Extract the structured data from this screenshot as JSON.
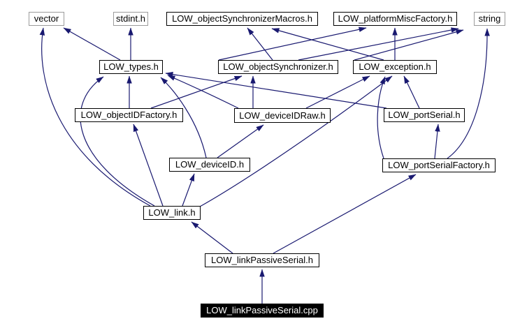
{
  "diagram": {
    "kind": "include-dependency-graph",
    "focus_file": "LOW_linkPassiveSerial.cpp",
    "colors": {
      "edge": "#191970",
      "internal_border": "#000000",
      "external_border": "#9c9c9c",
      "node_background": "#ffffff",
      "focus_background": "#000000",
      "focus_text": "#ffffff",
      "text": "#000000",
      "background": "#ffffff"
    },
    "nodes": [
      {
        "id": "vector",
        "label": "vector",
        "type": "external"
      },
      {
        "id": "stdint",
        "label": "stdint.h",
        "type": "external"
      },
      {
        "id": "syncmacros",
        "label": "LOW_objectSynchronizerMacros.h",
        "type": "internal"
      },
      {
        "id": "platformmisc",
        "label": "LOW_platformMiscFactory.h",
        "type": "internal"
      },
      {
        "id": "string",
        "label": "string",
        "type": "external"
      },
      {
        "id": "types",
        "label": "LOW_types.h",
        "type": "internal"
      },
      {
        "id": "objsync",
        "label": "LOW_objectSynchronizer.h",
        "type": "internal"
      },
      {
        "id": "exception",
        "label": "LOW_exception.h",
        "type": "internal"
      },
      {
        "id": "objidfactory",
        "label": "LOW_objectIDFactory.h",
        "type": "internal"
      },
      {
        "id": "deviceidraw",
        "label": "LOW_deviceIDRaw.h",
        "type": "internal"
      },
      {
        "id": "portserial",
        "label": "LOW_portSerial.h",
        "type": "internal"
      },
      {
        "id": "deviceid",
        "label": "LOW_deviceID.h",
        "type": "internal"
      },
      {
        "id": "portserialfactory",
        "label": "LOW_portSerialFactory.h",
        "type": "internal"
      },
      {
        "id": "link",
        "label": "LOW_link.h",
        "type": "internal"
      },
      {
        "id": "linkpassiveserial_h",
        "label": "LOW_linkPassiveSerial.h",
        "type": "internal"
      },
      {
        "id": "linkpassiveserial_cpp",
        "label": "LOW_linkPassiveSerial.cpp",
        "type": "focus"
      }
    ],
    "edges": [
      {
        "from": "types",
        "to": "vector"
      },
      {
        "from": "types",
        "to": "stdint"
      },
      {
        "from": "objsync",
        "to": "syncmacros"
      },
      {
        "from": "objsync",
        "to": "platformmisc"
      },
      {
        "from": "objsync",
        "to": "string"
      },
      {
        "from": "exception",
        "to": "syncmacros"
      },
      {
        "from": "exception",
        "to": "platformmisc"
      },
      {
        "from": "exception",
        "to": "string"
      },
      {
        "from": "objidfactory",
        "to": "types"
      },
      {
        "from": "objidfactory",
        "to": "objsync"
      },
      {
        "from": "deviceidraw",
        "to": "types"
      },
      {
        "from": "deviceidraw",
        "to": "objsync"
      },
      {
        "from": "deviceidraw",
        "to": "exception"
      },
      {
        "from": "portserial",
        "to": "types"
      },
      {
        "from": "portserial",
        "to": "exception"
      },
      {
        "from": "deviceid",
        "to": "types"
      },
      {
        "from": "deviceid",
        "to": "deviceidraw"
      },
      {
        "from": "portserialfactory",
        "to": "portserial"
      },
      {
        "from": "portserialfactory",
        "to": "exception"
      },
      {
        "from": "portserialfactory",
        "to": "string"
      },
      {
        "from": "link",
        "to": "vector"
      },
      {
        "from": "link",
        "to": "types"
      },
      {
        "from": "link",
        "to": "objidfactory"
      },
      {
        "from": "link",
        "to": "deviceid"
      },
      {
        "from": "link",
        "to": "exception"
      },
      {
        "from": "linkpassiveserial_h",
        "to": "link"
      },
      {
        "from": "linkpassiveserial_h",
        "to": "portserialfactory"
      },
      {
        "from": "linkpassiveserial_cpp",
        "to": "linkpassiveserial_h"
      }
    ]
  }
}
